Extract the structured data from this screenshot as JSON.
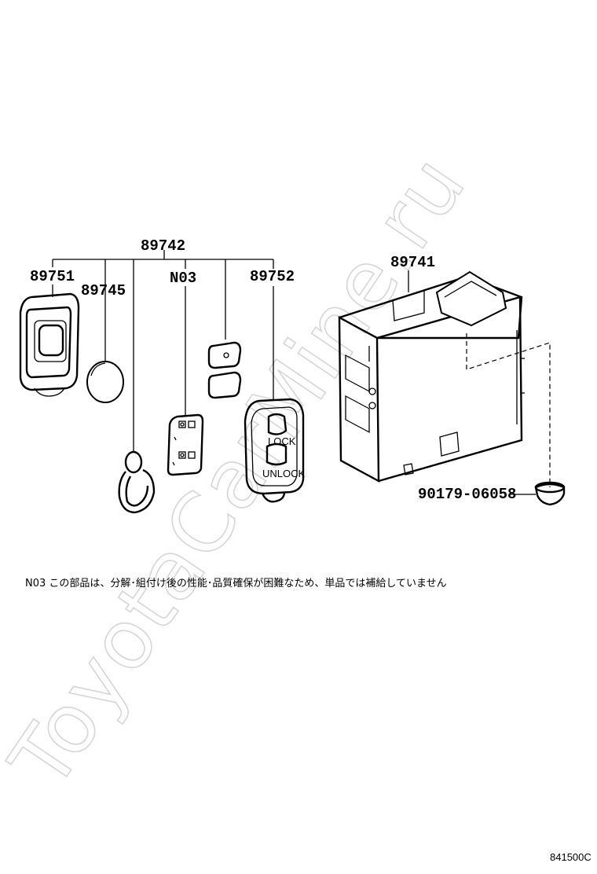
{
  "watermark": "ToyotaCarMine.ru",
  "callouts": {
    "assembly": "89742",
    "case": "89751",
    "battery": "89745",
    "circuit_plate": "N03",
    "transmitter_housing": "89752",
    "receiver": "89741",
    "grommet": "90179-06058"
  },
  "transmitter_labels": {
    "lock": "LOCK",
    "unlock": "UNLOCK"
  },
  "note": "N03 この部品は、分解･組付け後の性能･品質確保が困難なため、単品では補給していません",
  "diagram_code": "841500C"
}
